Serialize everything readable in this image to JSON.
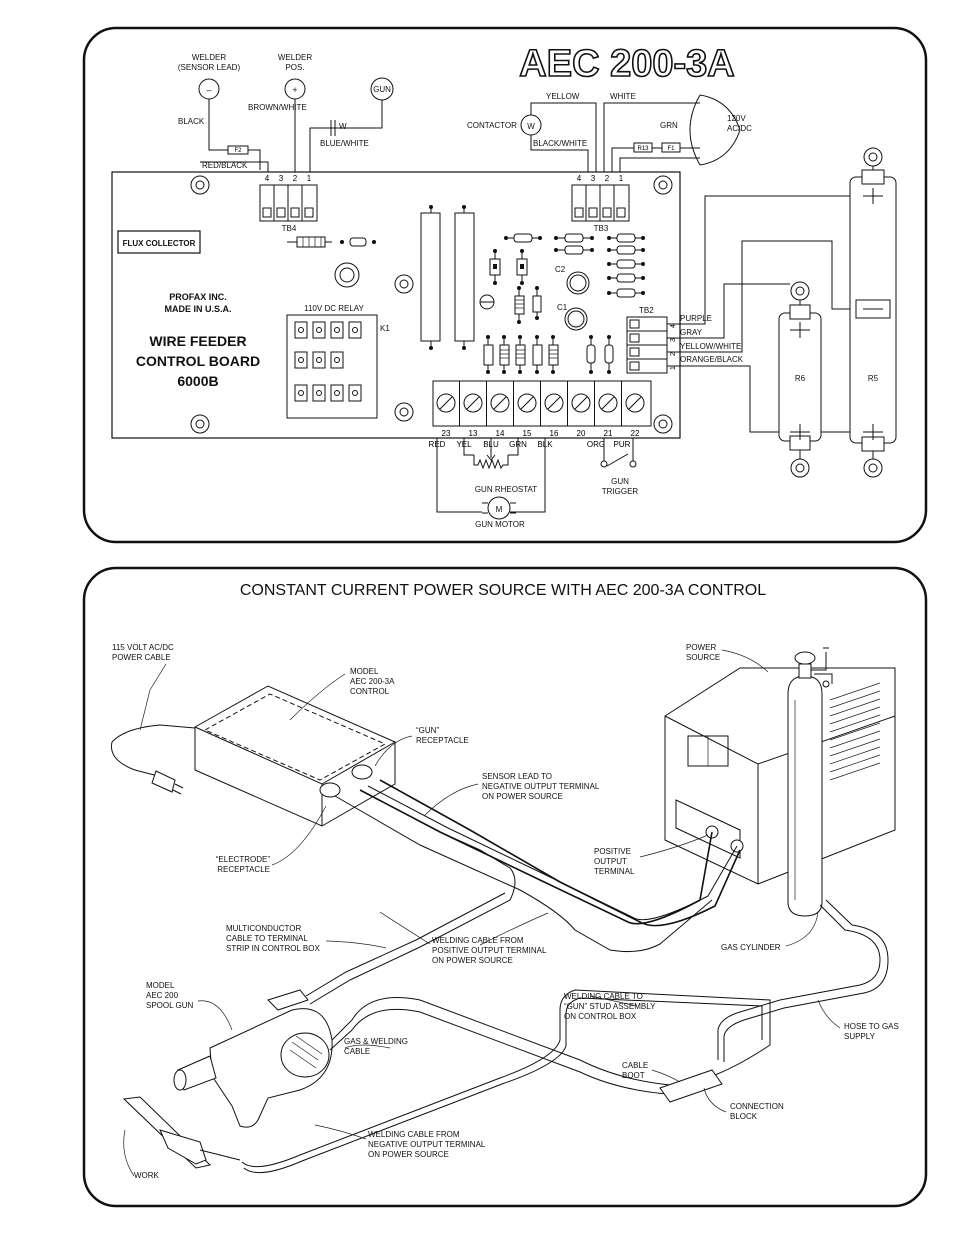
{
  "top": {
    "title": "AEC 200-3A",
    "welder_sensor_label": "WELDER\n(SENSOR LEAD)",
    "welder_pos_label": "WELDER\nPOS.",
    "minus": "–",
    "plus": "+",
    "gun_circle": "GUN",
    "brown_white": "BROWN/WHITE",
    "black": "BLACK",
    "w_letter": "W",
    "blue_white": "BLUE/WHITE",
    "f2": "F2",
    "red_black": "RED/BLACK",
    "yellow": "YELLOW",
    "white": "WHITE",
    "contactor": "CONTACTOR",
    "contactor_w": "W",
    "grn": "GRN",
    "v120": "120V\nAC/DC",
    "black_white": "BLACK/WHITE",
    "r13": "R13",
    "f1": "F1",
    "tb4": "TB4",
    "tb3": "TB3",
    "tb2": "TB2",
    "tb4_nums": [
      "4",
      "3",
      "2",
      "1"
    ],
    "tb3_nums": [
      "4",
      "3",
      "2",
      "1"
    ],
    "tb2_nums": [
      "4",
      "3",
      "2",
      "1"
    ],
    "flux_collector": "FLUX COLLECTOR",
    "profax": "PROFAX INC.\nMADE IN U.S.A.",
    "board_name": "WIRE FEEDER\nCONTROL BOARD\n6000B",
    "relay": "110V DC RELAY",
    "k1": "K1",
    "c1": "C1",
    "c2": "C2",
    "purple": "PURPLE",
    "gray": "GRAY",
    "yellow_white": "YELLOW/WHITE",
    "orange_black": "ORANGE/BLACK",
    "r6": "R6",
    "r5": "R5",
    "terminal_nums": [
      "23",
      "13",
      "14",
      "15",
      "16",
      "20",
      "21",
      "22"
    ],
    "wire_colors": [
      "RED",
      "YEL",
      "BLU",
      "GRN",
      "BLK",
      "ORG",
      "PUR"
    ],
    "gun_rheostat": "GUN RHEOSTAT",
    "motor_m": "M",
    "gun_motor": "GUN MOTOR",
    "gun_trigger": "GUN\nTRIGGER"
  },
  "bottom": {
    "title": "CONSTANT CURRENT POWER SOURCE WITH AEC 200-3A CONTROL",
    "power_cable": "115 VOLT AC/DC\nPOWER CABLE",
    "model_control": "MODEL\nAEC 200-3A\nCONTROL",
    "gun_receptacle": "“GUN”\nRECEPTACLE",
    "sensor_lead": "SENSOR LEAD TO\nNEGATIVE OUTPUT TERMINAL\nON POWER SOURCE",
    "power_source": "POWER\nSOURCE",
    "electrode_receptacle": "“ELECTRODE”\nRECEPTACLE",
    "positive_output": "POSITIVE\nOUTPUT\nTERMINAL",
    "multiconductor": "MULTICONDUCTOR\nCABLE TO TERMINAL\nSTRIP IN CONTROL BOX",
    "welding_cable_pos": "WELDING CABLE FROM\nPOSITIVE OUTPUT TERMINAL\nON POWER SOURCE",
    "gas_cylinder": "GAS CYLINDER",
    "model_gun": "MODEL\nAEC 200\nSPOOL GUN",
    "welding_cable_gun": "WELDING CABLE TO\n“GUN” STUD ASSEMBLY\nON CONTROL BOX",
    "hose": "HOSE TO GAS\nSUPPLY",
    "gas_welding": "GAS & WELDING\nCABLE",
    "cable_boot": "CABLE\nBOOT",
    "connection_block": "CONNECTION\nBLOCK",
    "welding_cable_neg": "WELDING CABLE FROM\nNEGATIVE OUTPUT TERMINAL\nON POWER SOURCE",
    "work": "WORK"
  }
}
